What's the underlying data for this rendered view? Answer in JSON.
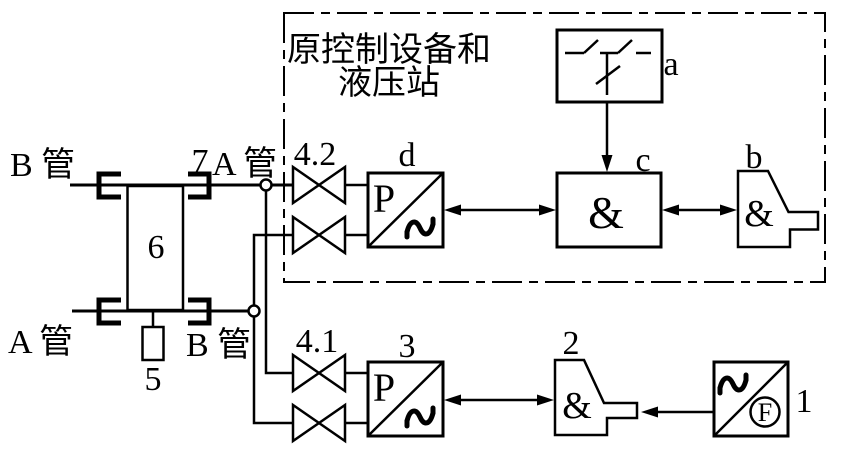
{
  "diagram": {
    "colors": {
      "line": "#000000",
      "background": "#ffffff"
    },
    "dashed_box": {
      "title_line1": "原控制设备和",
      "title_line2": "液压站"
    },
    "labels": {
      "pipe_b_top": "B 管",
      "pipe_a_top": "A 管",
      "pipe_a_bottom": "A 管",
      "pipe_b_bottom": "B 管",
      "item_7": "7",
      "item_6": "6",
      "item_5": "5",
      "valve_4_2": "4.2",
      "valve_4_1": "4.1",
      "item_3": "3",
      "item_2": "2",
      "item_1": "1",
      "item_a": "a",
      "item_b": "b",
      "item_c": "c",
      "item_d": "d"
    },
    "symbols": {
      "pressure_d": "P",
      "pressure_3": "P",
      "and_c": "&",
      "and_b": "&",
      "and_2": "&",
      "frequency_1": "F"
    }
  }
}
